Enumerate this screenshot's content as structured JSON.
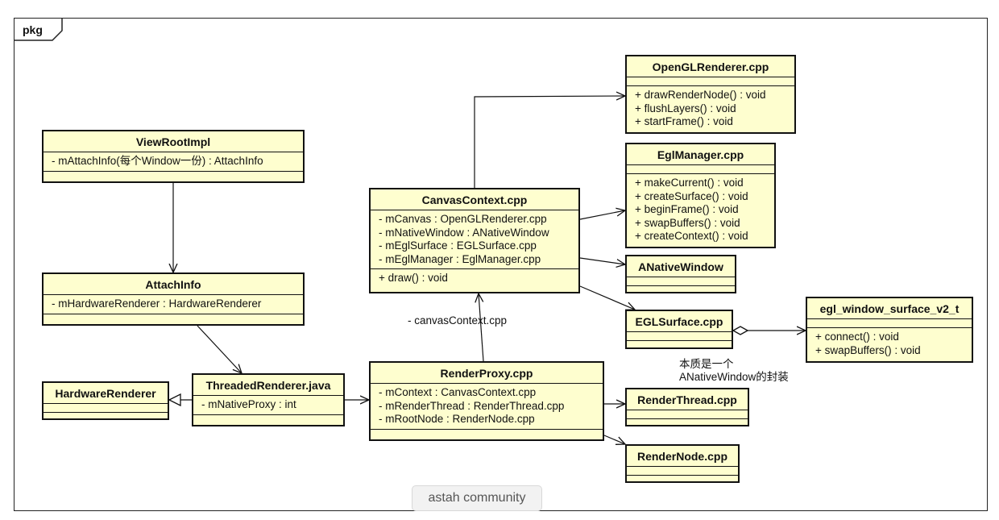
{
  "package": {
    "label": "pkg"
  },
  "classes": {
    "viewrootimpl": {
      "name": "ViewRootImpl",
      "attributes": [
        "- mAttachInfo(每个Window一份) : AttachInfo"
      ],
      "operations": []
    },
    "attachinfo": {
      "name": "AttachInfo",
      "attributes": [
        "- mHardwareRenderer : HardwareRenderer"
      ],
      "operations": []
    },
    "hardwarerenderer": {
      "name": "HardwareRenderer",
      "attributes": [],
      "operations": []
    },
    "threadedrenderer": {
      "name": "ThreadedRenderer.java",
      "attributes": [
        "- mNativeProxy : int"
      ],
      "operations": []
    },
    "canvascontext": {
      "name": "CanvasContext.cpp",
      "attributes": [
        "- mCanvas : OpenGLRenderer.cpp",
        "- mNativeWindow : ANativeWindow",
        "- mEglSurface : EGLSurface.cpp",
        "- mEglManager : EglManager.cpp"
      ],
      "operations": [
        "+ draw() : void"
      ]
    },
    "renderproxy": {
      "name": "RenderProxy.cpp",
      "attributes": [
        "- mContext : CanvasContext.cpp",
        "- mRenderThread : RenderThread.cpp",
        "- mRootNode : RenderNode.cpp"
      ],
      "operations": []
    },
    "openglrenderer": {
      "name": "OpenGLRenderer.cpp",
      "attributes": [],
      "operations": [
        "+ drawRenderNode() : void",
        "+ flushLayers() : void",
        "+ startFrame() : void"
      ]
    },
    "eglmanager": {
      "name": "EglManager.cpp",
      "attributes": [],
      "operations": [
        "+ makeCurrent() : void",
        "+ createSurface() : void",
        "+ beginFrame() : void",
        "+ swapBuffers() : void",
        "+ createContext() : void"
      ]
    },
    "anativewindow": {
      "name": "ANativeWindow",
      "attributes": [],
      "operations": []
    },
    "eglsurface": {
      "name": "EGLSurface.cpp",
      "attributes": [],
      "operations": []
    },
    "eglwindowsurface": {
      "name": "egl_window_surface_v2_t",
      "attributes": [],
      "operations": [
        "+ connect() : void",
        "+ swapBuffers() : void"
      ]
    },
    "renderthread": {
      "name": "RenderThread.cpp",
      "attributes": [],
      "operations": []
    },
    "rendernode": {
      "name": "RenderNode.cpp",
      "attributes": [],
      "operations": []
    }
  },
  "labels": {
    "canvas_context_role": "- canvasContext.cpp",
    "eglsurface_note": "本质是一个\nANativeWindow的封装"
  },
  "watermark": "astah community"
}
